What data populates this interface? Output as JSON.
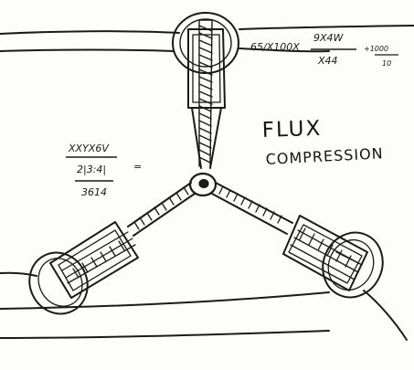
{
  "title": {
    "line1": "FLUX",
    "line2": "COMPRESSION"
  },
  "top_equation": {
    "numerator": "65/X100X",
    "fraction_top": "9X4W",
    "fraction_bottom": "X44",
    "plus_top": "+1000",
    "plus_bottom": "10"
  },
  "left_equation": {
    "line1": "XXYX6V",
    "line2": "2|3:4|",
    "equals": "=",
    "line3": "3614"
  },
  "colors": {
    "ink": "#1a1a1a",
    "paper": "#fdfdfb"
  }
}
